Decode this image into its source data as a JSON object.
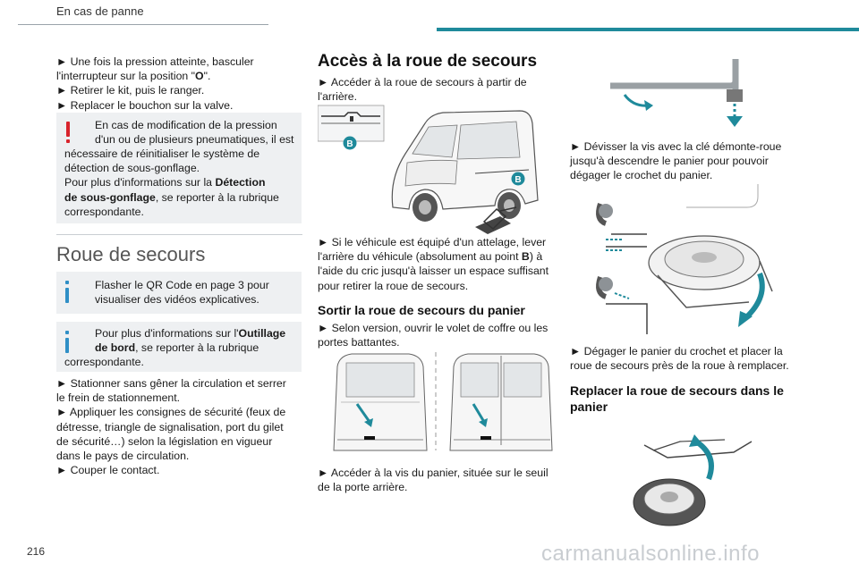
{
  "header": {
    "section": "En cas de panne"
  },
  "page_number": "216",
  "watermark": "carmanualsonline.info",
  "col1": {
    "p1": [
      "► Une fois la pression atteinte, basculer",
      "l'interrupteur sur la position \"O\".",
      "► Retirer le kit, puis le ranger.",
      "► Replacer le bouchon sur la valve."
    ],
    "warn_lines": [
      "En cas de modification de la pression",
      "d'un ou de plusieurs pneumatiques, il est",
      "nécessaire de réinitialiser le système de",
      "détection de sous-gonflage.",
      "Pour plus d'informations sur la Détection",
      "de sous-gonflage, se reporter à la rubrique",
      "correspondante."
    ],
    "section_title": "Roue de secours",
    "info1_lines": [
      "Flasher le QR Code en page 3 pour",
      "visualiser des vidéos explicatives."
    ],
    "info2_lines": [
      "Pour plus d'informations sur l'Outillage",
      "de bord, se reporter à la rubrique",
      "correspondante."
    ],
    "p2": [
      "► Stationner sans gêner la circulation et serrer",
      "le frein de stationnement.",
      "► Appliquer les consignes de sécurité (feux de",
      "détresse, triangle de signalisation, port du gilet",
      "de sécurité…) selon la législation en vigueur",
      "dans le pays de circulation.",
      "► Couper le contact."
    ]
  },
  "col2": {
    "title": "Accès à la roue de secours",
    "p1": [
      "► Accéder à la roue de secours à partir de",
      "l'arrière."
    ],
    "label_b": "B",
    "p2": [
      "► Si le véhicule est équipé d'un attelage, lever",
      "l'arrière du véhicule (absolument au point B) à",
      "l'aide du cric jusqu'à laisser un espace suffisant",
      "pour retirer la roue de secours."
    ],
    "sub1": "Sortir la roue de secours du panier",
    "p3": [
      "► Selon version, ouvrir le volet de coffre ou les",
      "portes battantes."
    ],
    "p4": [
      "► Accéder à la vis du panier, située sur le seuil",
      "de la porte arrière."
    ]
  },
  "col3": {
    "p1": [
      "► Dévisser la vis avec la clé démonte-roue",
      "jusqu'à descendre le panier pour pouvoir",
      "dégager le crochet du panier."
    ],
    "p2": [
      "► Dégager le panier du crochet et placer la",
      "roue de secours près de la roue à remplacer."
    ],
    "sub1": [
      "Replacer la roue de secours dans le",
      "panier"
    ]
  },
  "colors": {
    "accent": "#1f8a9b",
    "warning": "#d8242c",
    "info": "#2f8fc6",
    "box_bg": "#eef0f2"
  }
}
